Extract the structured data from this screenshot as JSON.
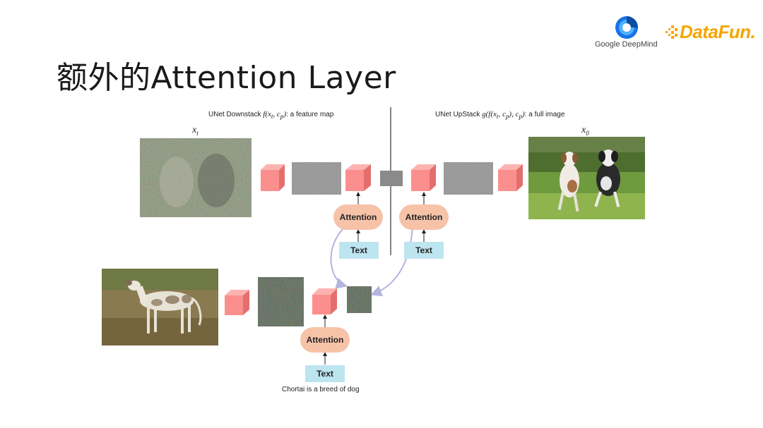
{
  "slide": {
    "title": "额外的Attention Layer"
  },
  "logos": {
    "google_deepmind": "Google DeepMind",
    "datafun": "DataFun."
  },
  "diagram": {
    "downstack_caption_prefix": "UNet Downstack ",
    "downstack_caption_math": "f(x",
    "downstack_caption_math2": "t",
    "downstack_caption_math3": ", c",
    "downstack_caption_math4": "p",
    "downstack_caption_math5": ")",
    "downstack_caption_suffix": ": a feature map",
    "upstack_caption_prefix": "UNet UpStack ",
    "upstack_caption_math": "g(f(x",
    "upstack_caption_math2": "t",
    "upstack_caption_math3": ", c",
    "upstack_caption_math4": "p",
    "upstack_caption_math5": "), c",
    "upstack_caption_math6": "p",
    "upstack_caption_math7": ")",
    "upstack_caption_suffix": ": a full image",
    "xt_label": "x",
    "xt_sub": "t",
    "x0_label": "x",
    "x0_sub": "0",
    "attention_label": "Attention",
    "text_label": "Text",
    "prompt": "Chortai is a breed of dog"
  },
  "colors": {
    "cube_front": "#fb8f8d",
    "cube_top": "#fcb3b1",
    "cube_side": "#e36f6d",
    "attention_fill": "#f6c3a9",
    "text_fill": "#bde5f0",
    "curve": "#b3b5de"
  }
}
